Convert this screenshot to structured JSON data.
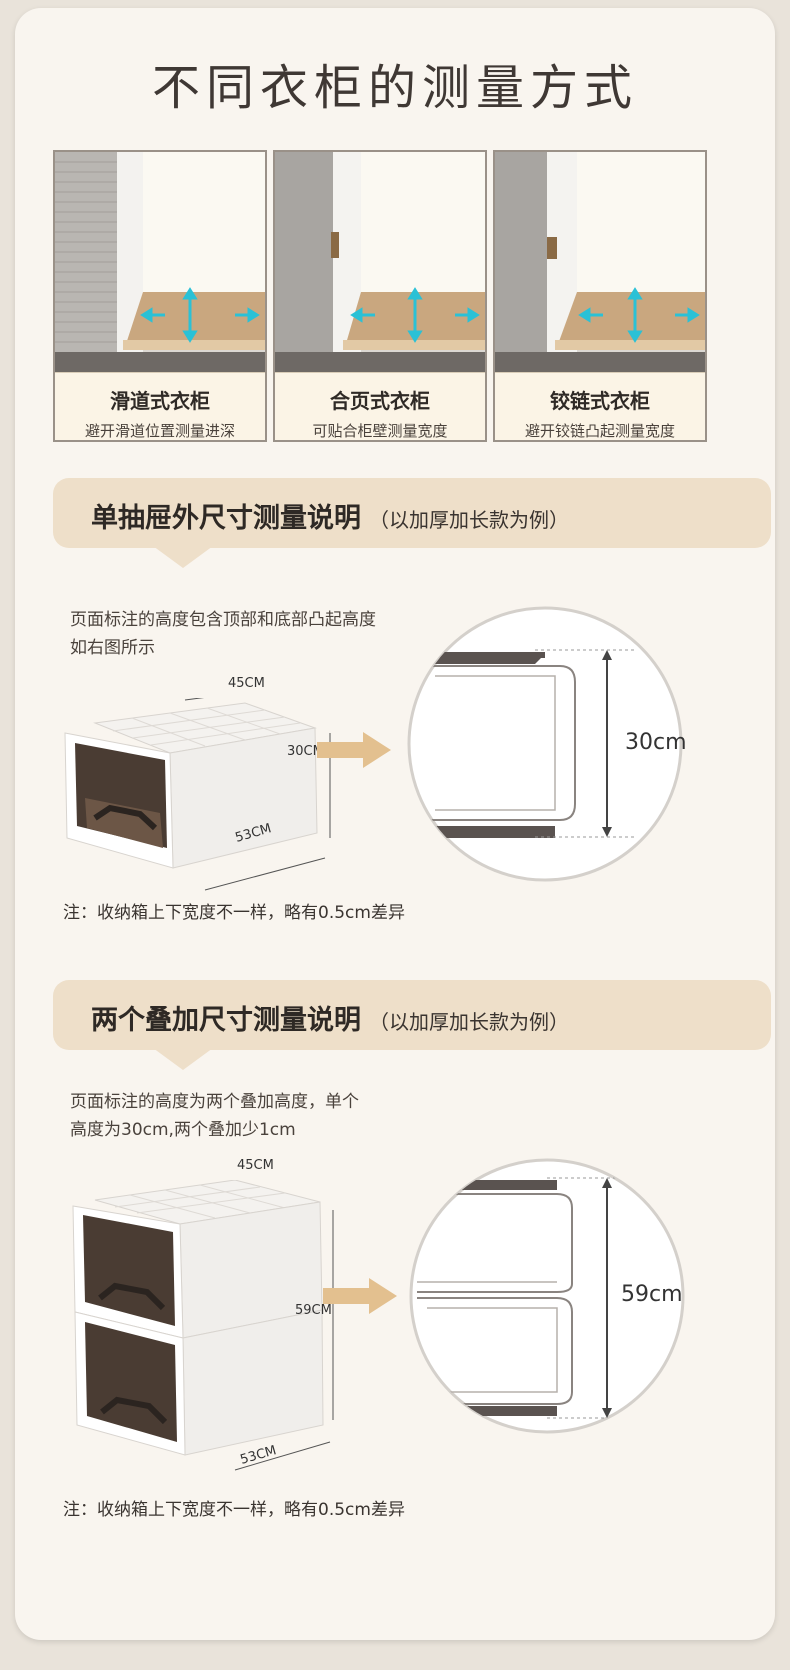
{
  "title": "不同衣柜的测量方式",
  "wardrobes": [
    {
      "name": "滑道式衣柜",
      "tip": "避开滑道位置测量进深"
    },
    {
      "name": "合页式衣柜",
      "tip": "可贴合柜壁测量宽度"
    },
    {
      "name": "铰链式衣柜",
      "tip": "避开铰链凸起测量宽度"
    }
  ],
  "section1": {
    "heading": "单抽屉外尺寸测量说明",
    "subheading": "（以加厚加长款为例）",
    "desc_line1": "页面标注的高度包含顶部和底部凸起高度",
    "desc_line2": "如右图所示",
    "dim_width": "45CM",
    "dim_height": "30CM",
    "dim_depth": "53CM",
    "zoom_height": "30cm",
    "note": "注：收纳箱上下宽度不一样，略有0.5cm差异"
  },
  "section2": {
    "heading": "两个叠加尺寸测量说明",
    "subheading": "（以加厚加长款为例）",
    "desc_line1": "页面标注的高度为两个叠加高度，单个",
    "desc_line2": "高度为30cm,两个叠加少1cm",
    "dim_width": "45CM",
    "dim_height": "59CM",
    "dim_depth": "53CM",
    "zoom_height": "59cm",
    "note": "注：收纳箱上下宽度不一样，略有0.5cm差异"
  },
  "colors": {
    "background": "#f9f5ef",
    "banner": "#eedfc9",
    "arrow": "#e3c08f",
    "measure_arrow": "#2ac1d6"
  }
}
